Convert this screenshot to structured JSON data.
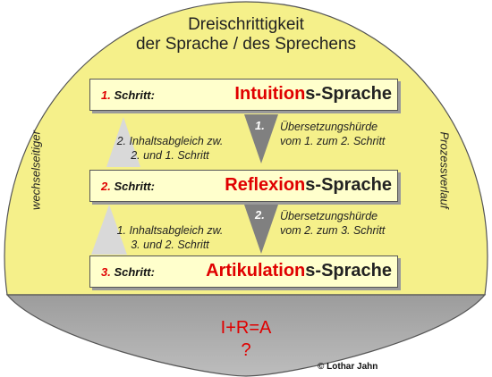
{
  "title": {
    "line1": "Dreischrittigkeit",
    "line2": "der Sprache / des Sprechens"
  },
  "steps": [
    {
      "label_num": "1.",
      "label_text": " Schritt:",
      "name_red": "Intuition",
      "name_rest": "s-Sprache"
    },
    {
      "label_num": "2.",
      "label_text": " Schritt:",
      "name_red": "Reflexion",
      "name_rest": "s-Sprache"
    },
    {
      "label_num": "3.",
      "label_text": " Schritt:",
      "name_red": "Artikulation",
      "name_rest": "s-Sprache"
    }
  ],
  "hurdles": [
    {
      "num": "1.",
      "line1": "Übersetzungshürde",
      "line2": "vom 1. zum 2. Schritt"
    },
    {
      "num": "2.",
      "line1": "Übersetzungshürde",
      "line2": "vom 2. zum 3. Schritt"
    }
  ],
  "alignments": [
    {
      "line1": "2. Inhaltsabgleich zw.",
      "line2": "2. und 1. Schritt"
    },
    {
      "line1": "1. Inhaltsabgleich zw.",
      "line2": "3. und 2. Schritt"
    }
  ],
  "side_labels": {
    "left": "wechselseitiger",
    "right": "Prozessverlauf"
  },
  "formula": "I+R=A",
  "question": "?",
  "copyright": "© Lothar Jahn",
  "colors": {
    "oval_fill": "#f5f08a",
    "box_fill": "#ffffcc",
    "accent_red": "#e00000",
    "gray_dark": "#7a7a7a",
    "gray_light": "#d9d9d9",
    "bottom_gray": "#a8a8a8"
  }
}
